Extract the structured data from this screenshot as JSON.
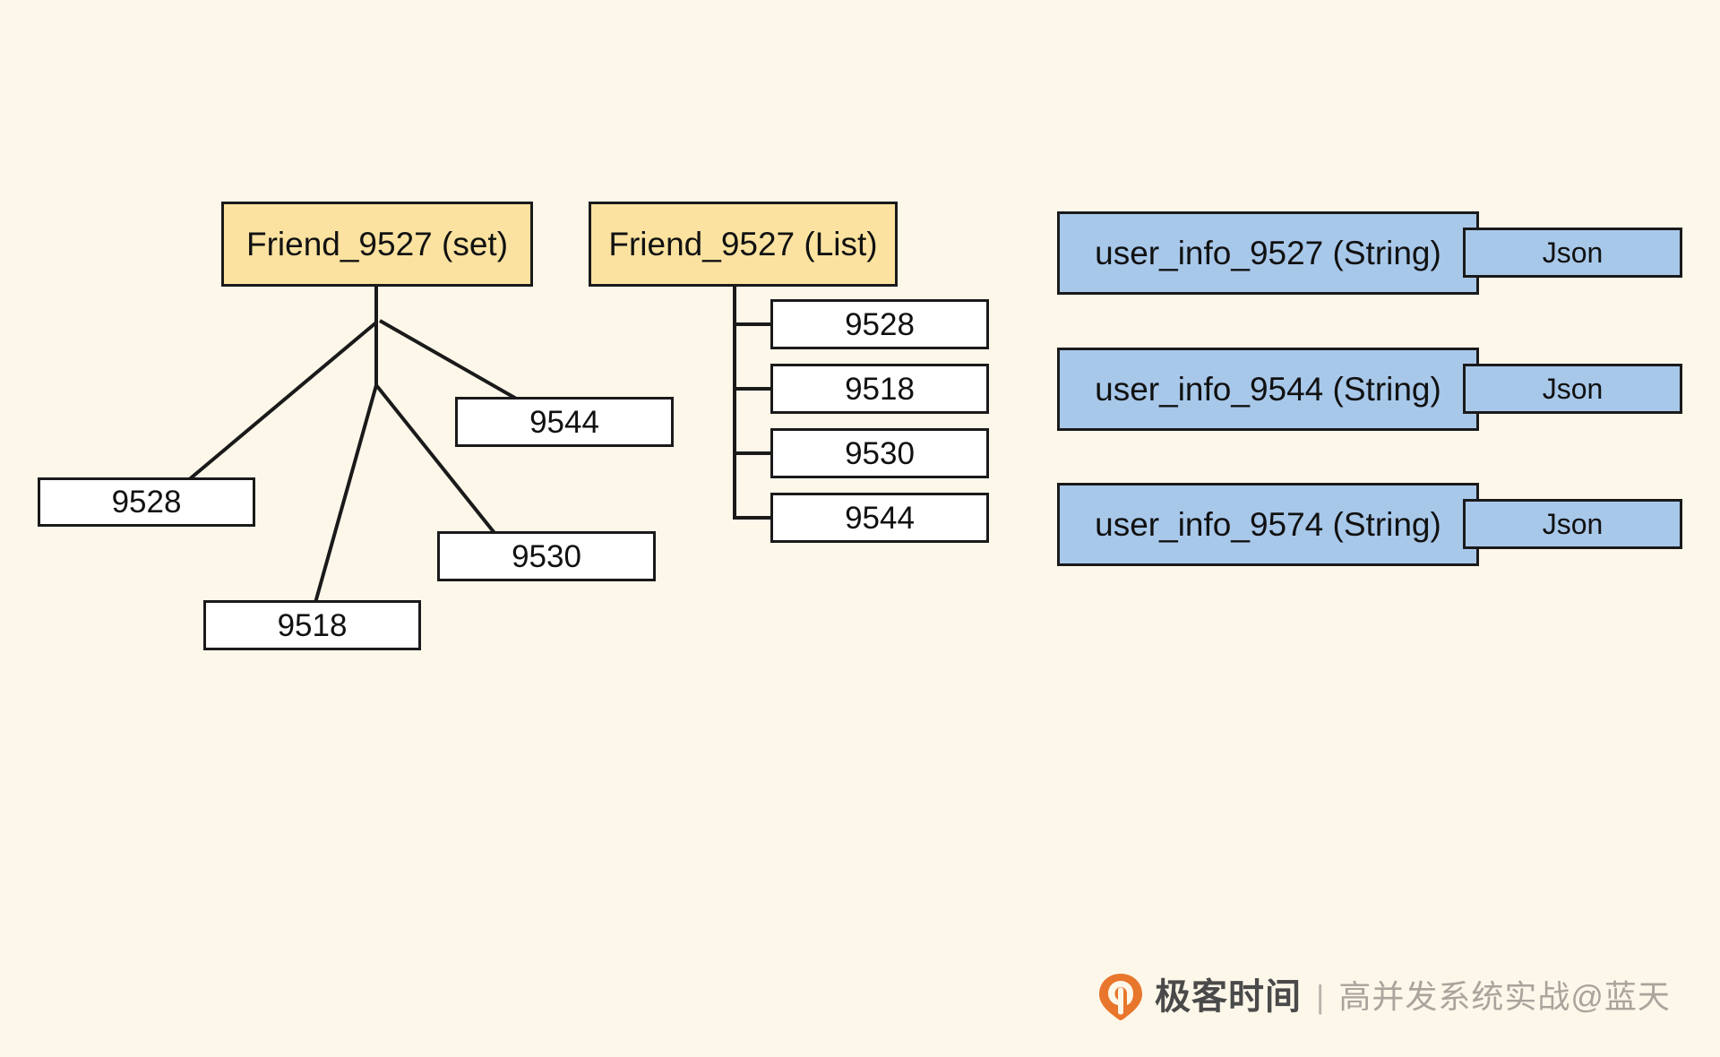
{
  "diagram": {
    "background_color": "#fdf7ea",
    "stroke_color": "#1a1a1a",
    "key_fill": "#fbe2a0",
    "member_fill": "#ffffff",
    "string_fill": "#a8c8ea",
    "set_group": {
      "key_label": "Friend_9527 (set)",
      "members": [
        "9528",
        "9544",
        "9530",
        "9518"
      ]
    },
    "list_group": {
      "key_label": "Friend_9527 (List)",
      "members": [
        "9528",
        "9518",
        "9530",
        "9544"
      ]
    },
    "string_group": {
      "rows": [
        {
          "key_label": "user_info_9527 (String)",
          "value_label": "Json"
        },
        {
          "key_label": "user_info_9544 (String)",
          "value_label": "Json"
        },
        {
          "key_label": "user_info_9574 (String)",
          "value_label": "Json"
        }
      ]
    }
  },
  "watermark": {
    "brand": "极客时间",
    "separator": "|",
    "course": "高并发系统实战@蓝天",
    "logo_color": "#e8762c"
  }
}
